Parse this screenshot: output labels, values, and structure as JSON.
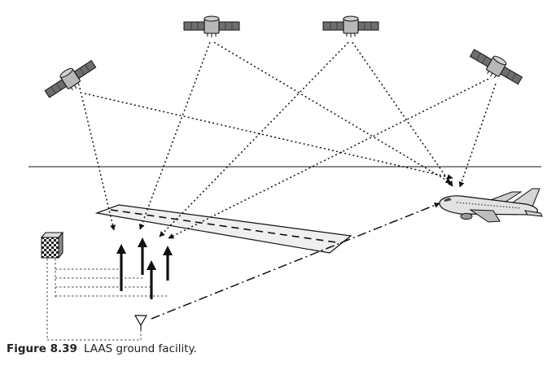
{
  "caption": {
    "label": "Figure 8.39",
    "text": "LAAS ground facility."
  },
  "colors": {
    "ink": "#111111",
    "satellite_body": "#b8b8b8",
    "solar_panel": "#6e6e6e",
    "runway_fill": "#efefef",
    "aircraft_fill": "#e2e2e2",
    "background": "#ffffff"
  },
  "icons": {
    "satellite": "satellite-icon",
    "aircraft": "aircraft-icon",
    "reference_receiver": "reference-receiver-antenna-icon",
    "processing_station": "ground-processing-station-icon",
    "vhf_antenna": "vhf-broadcast-antenna-icon"
  },
  "diagram": {
    "satellite_count": 4,
    "reference_receiver_count": 4,
    "link_styles": {
      "satellite_signals": "dotted",
      "ground_cabling": "dashed",
      "data_broadcast": "dash-dot"
    }
  }
}
